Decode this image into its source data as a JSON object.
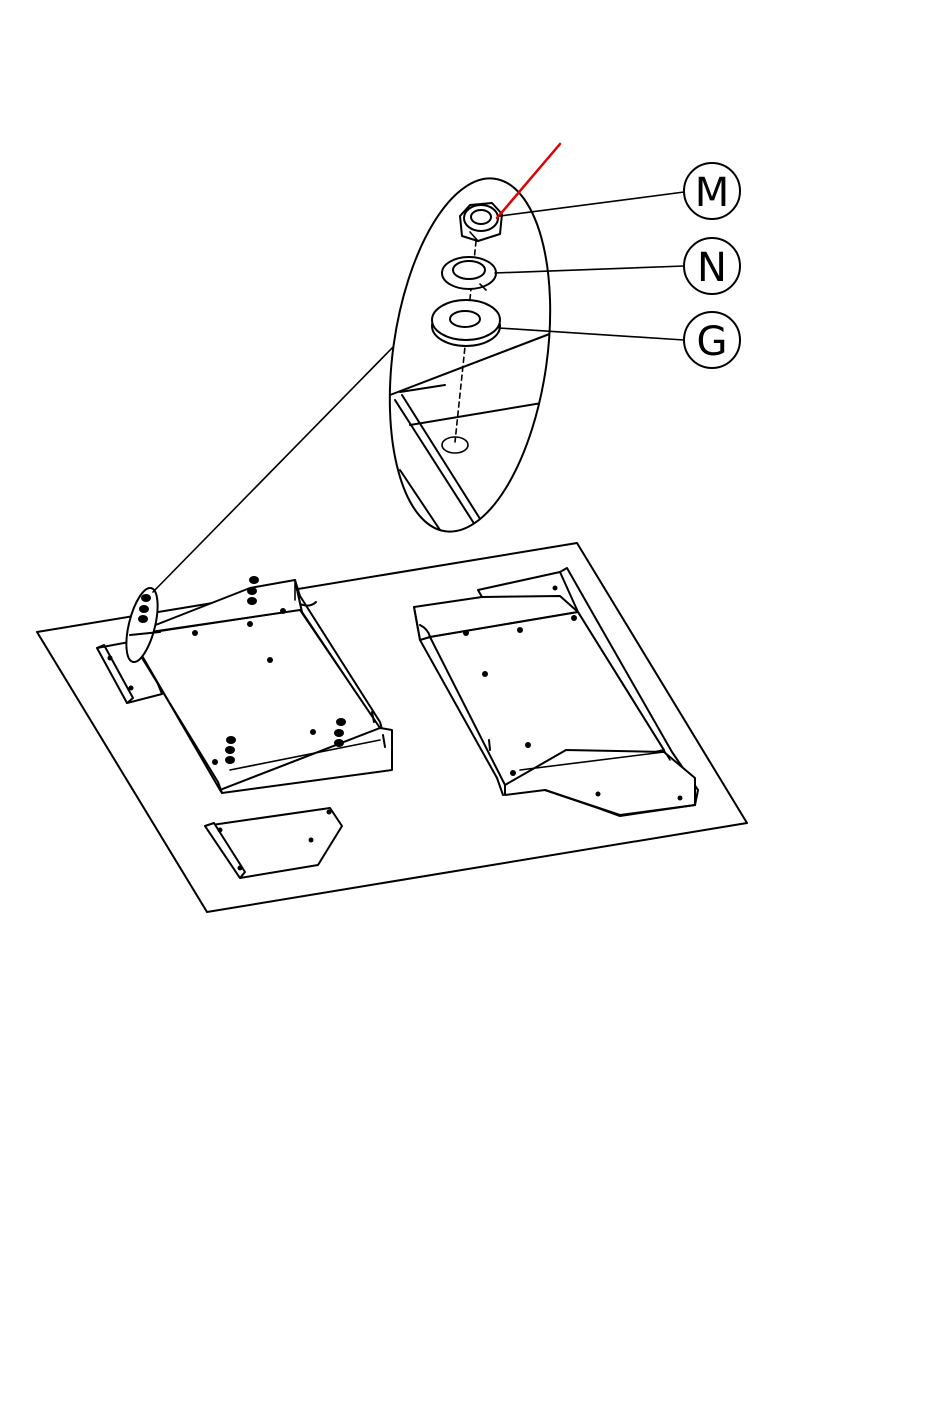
{
  "diagram": {
    "callouts": [
      {
        "id": "m",
        "label": "M",
        "part": "hex-nut"
      },
      {
        "id": "n",
        "label": "N",
        "part": "split-lock-washer"
      },
      {
        "id": "g",
        "label": "G",
        "part": "flat-washer"
      }
    ],
    "colors": {
      "line": "#000000",
      "indicator": "#e00000",
      "background": "#ffffff"
    }
  }
}
